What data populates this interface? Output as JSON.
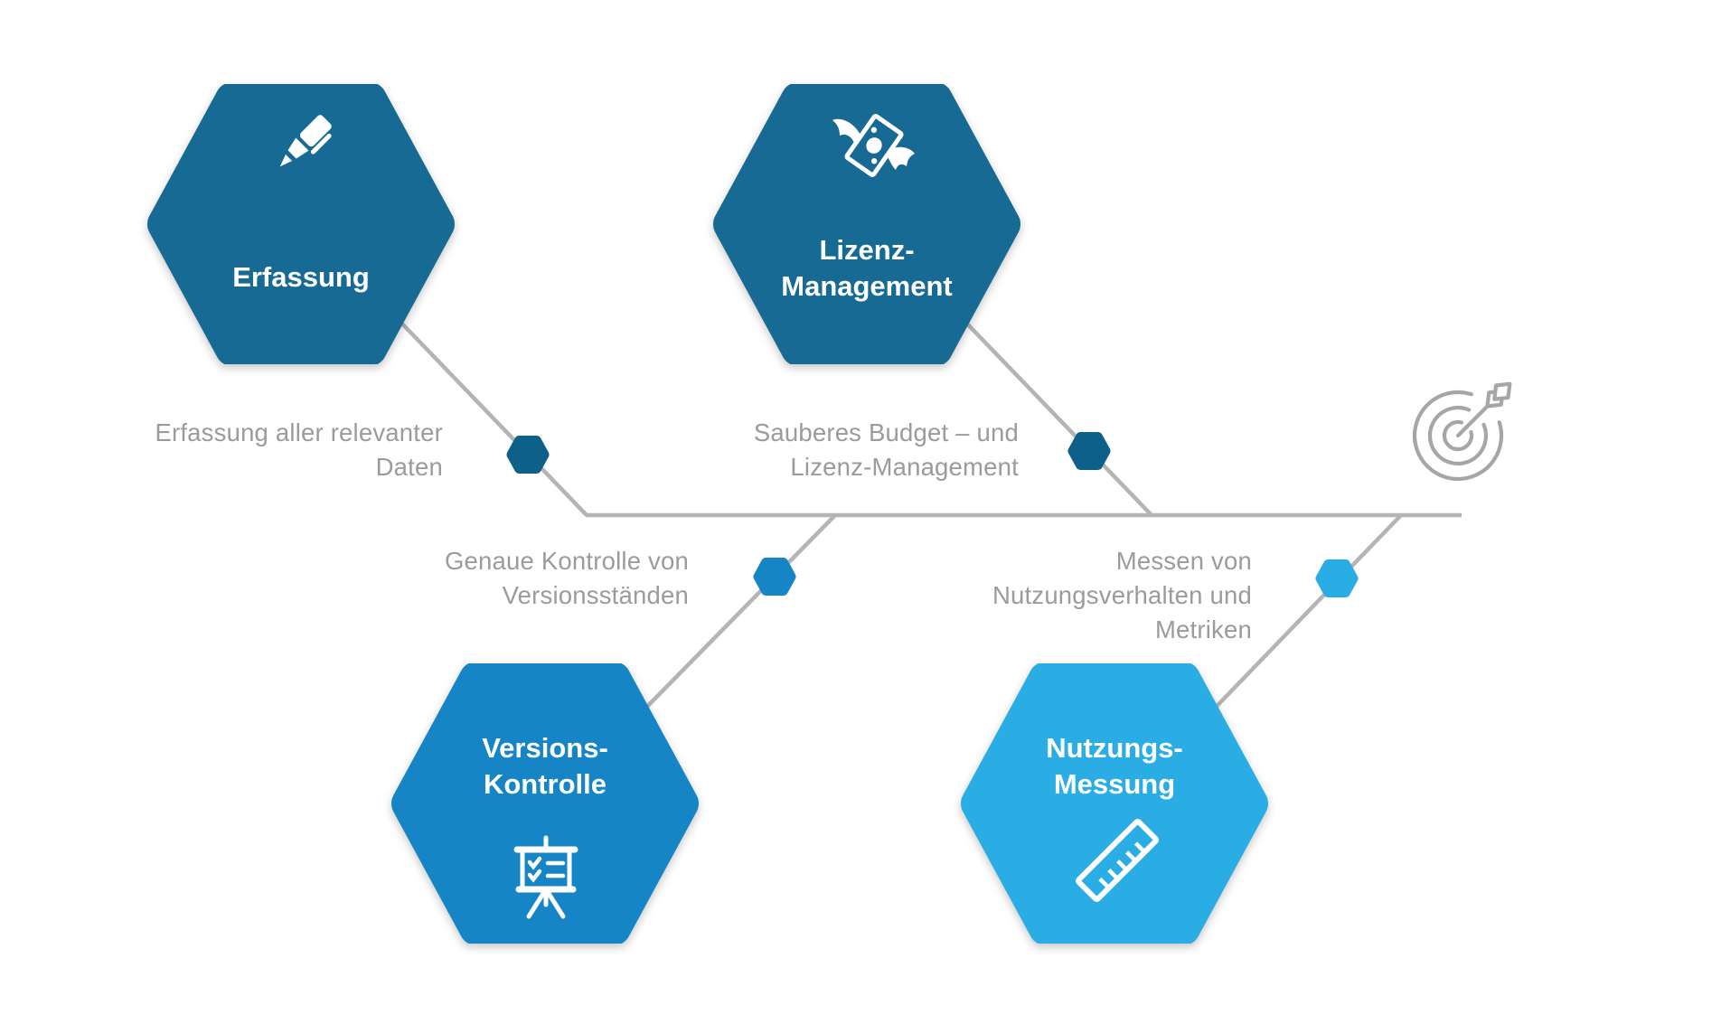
{
  "palette": {
    "hex_dark": "#176a93",
    "hex_medium": "#1585c6",
    "hex_light": "#29ade4",
    "marker_dark": "#0d608a",
    "line_gray": "#b4b4b4",
    "text_gray": "#9b9b9b",
    "target_gray": "#a6a6a6",
    "title_white": "#ffffff",
    "background": "#ffffff"
  },
  "nodes": [
    {
      "id": "erfassung",
      "title_lines": [
        "Erfassung"
      ],
      "icon": "pen-icon",
      "description_lines": [
        "Erfassung aller relevanter",
        "Daten"
      ]
    },
    {
      "id": "lizenz-management",
      "title_lines": [
        "Lizenz-",
        "Management"
      ],
      "icon": "money-wings-icon",
      "description_lines": [
        "Sauberes Budget – und",
        "Lizenz-Management"
      ]
    },
    {
      "id": "versions-kontrolle",
      "title_lines": [
        "Versions-",
        "Kontrolle"
      ],
      "icon": "presentation-board-icon",
      "description_lines": [
        "Genaue Kontrolle von",
        "Versionsständen"
      ]
    },
    {
      "id": "nutzungs-messung",
      "title_lines": [
        "Nutzungs-",
        "Messung"
      ],
      "icon": "ruler-icon",
      "description_lines": [
        "Messen von",
        "Nutzungsverhalten und",
        "Metriken"
      ]
    }
  ],
  "goal": {
    "icon": "target-arrow-icon"
  }
}
